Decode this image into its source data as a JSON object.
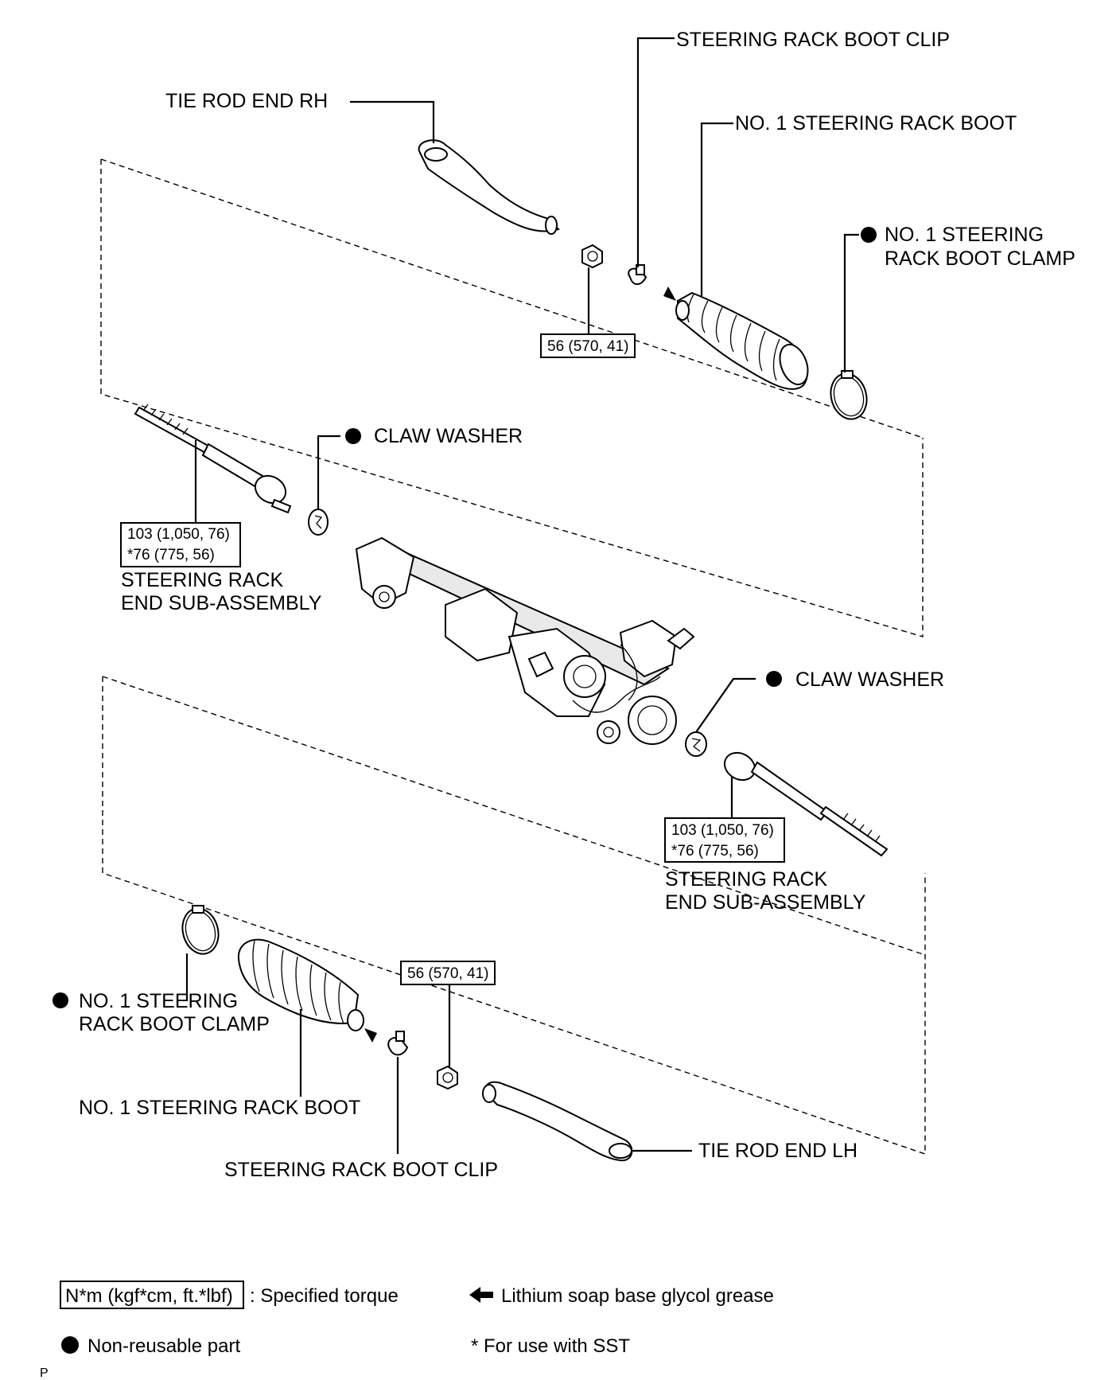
{
  "labels": {
    "boot_clip_rh": "STEERING RACK BOOT CLIP",
    "tie_rod_end_rh": "TIE ROD END RH",
    "boot_rh": "NO. 1 STEERING RACK BOOT",
    "boot_clamp_rh_line1": "NO. 1  STEERING",
    "boot_clamp_rh_line2": "RACK BOOT CLAMP",
    "claw_washer_upper": "CLAW WASHER",
    "rack_end_upper_line1": "STEERING RACK",
    "rack_end_upper_line2": "END SUB-ASSEMBLY",
    "claw_washer_lower": "CLAW WASHER",
    "rack_end_lower_line1": "STEERING RACK",
    "rack_end_lower_line2": "END SUB-ASSEMBLY",
    "boot_clamp_lh_line1": "NO. 1 STEERING",
    "boot_clamp_lh_line2": "RACK BOOT CLAMP",
    "boot_lh": "NO. 1 STEERING RACK BOOT",
    "boot_clip_lh": "STEERING RACK BOOT CLIP",
    "tie_rod_end_lh": "TIE ROD END LH"
  },
  "torques": {
    "nut_rh": "56 (570, 41)",
    "rack_end_upper_line1": "103 (1,050, 76)",
    "rack_end_upper_line2": "*76 (775, 56)",
    "rack_end_lower_line1": "103 (1,050, 76)",
    "rack_end_lower_line2": "*76 (775, 56)",
    "nut_lh": "56 (570, 41)"
  },
  "legend": {
    "torque_unit": "N*m (kgf*cm, ft.*lbf)",
    "torque_desc": ": Specified torque",
    "grease_desc": "Lithium soap base glycol grease",
    "nonreusable_desc": "Non-reusable part",
    "sst_desc": "* For use with SST"
  },
  "corner_mark": "P",
  "icons": {
    "non_reusable": "filled-circle-icon",
    "grease": "left-arrow-icon"
  }
}
